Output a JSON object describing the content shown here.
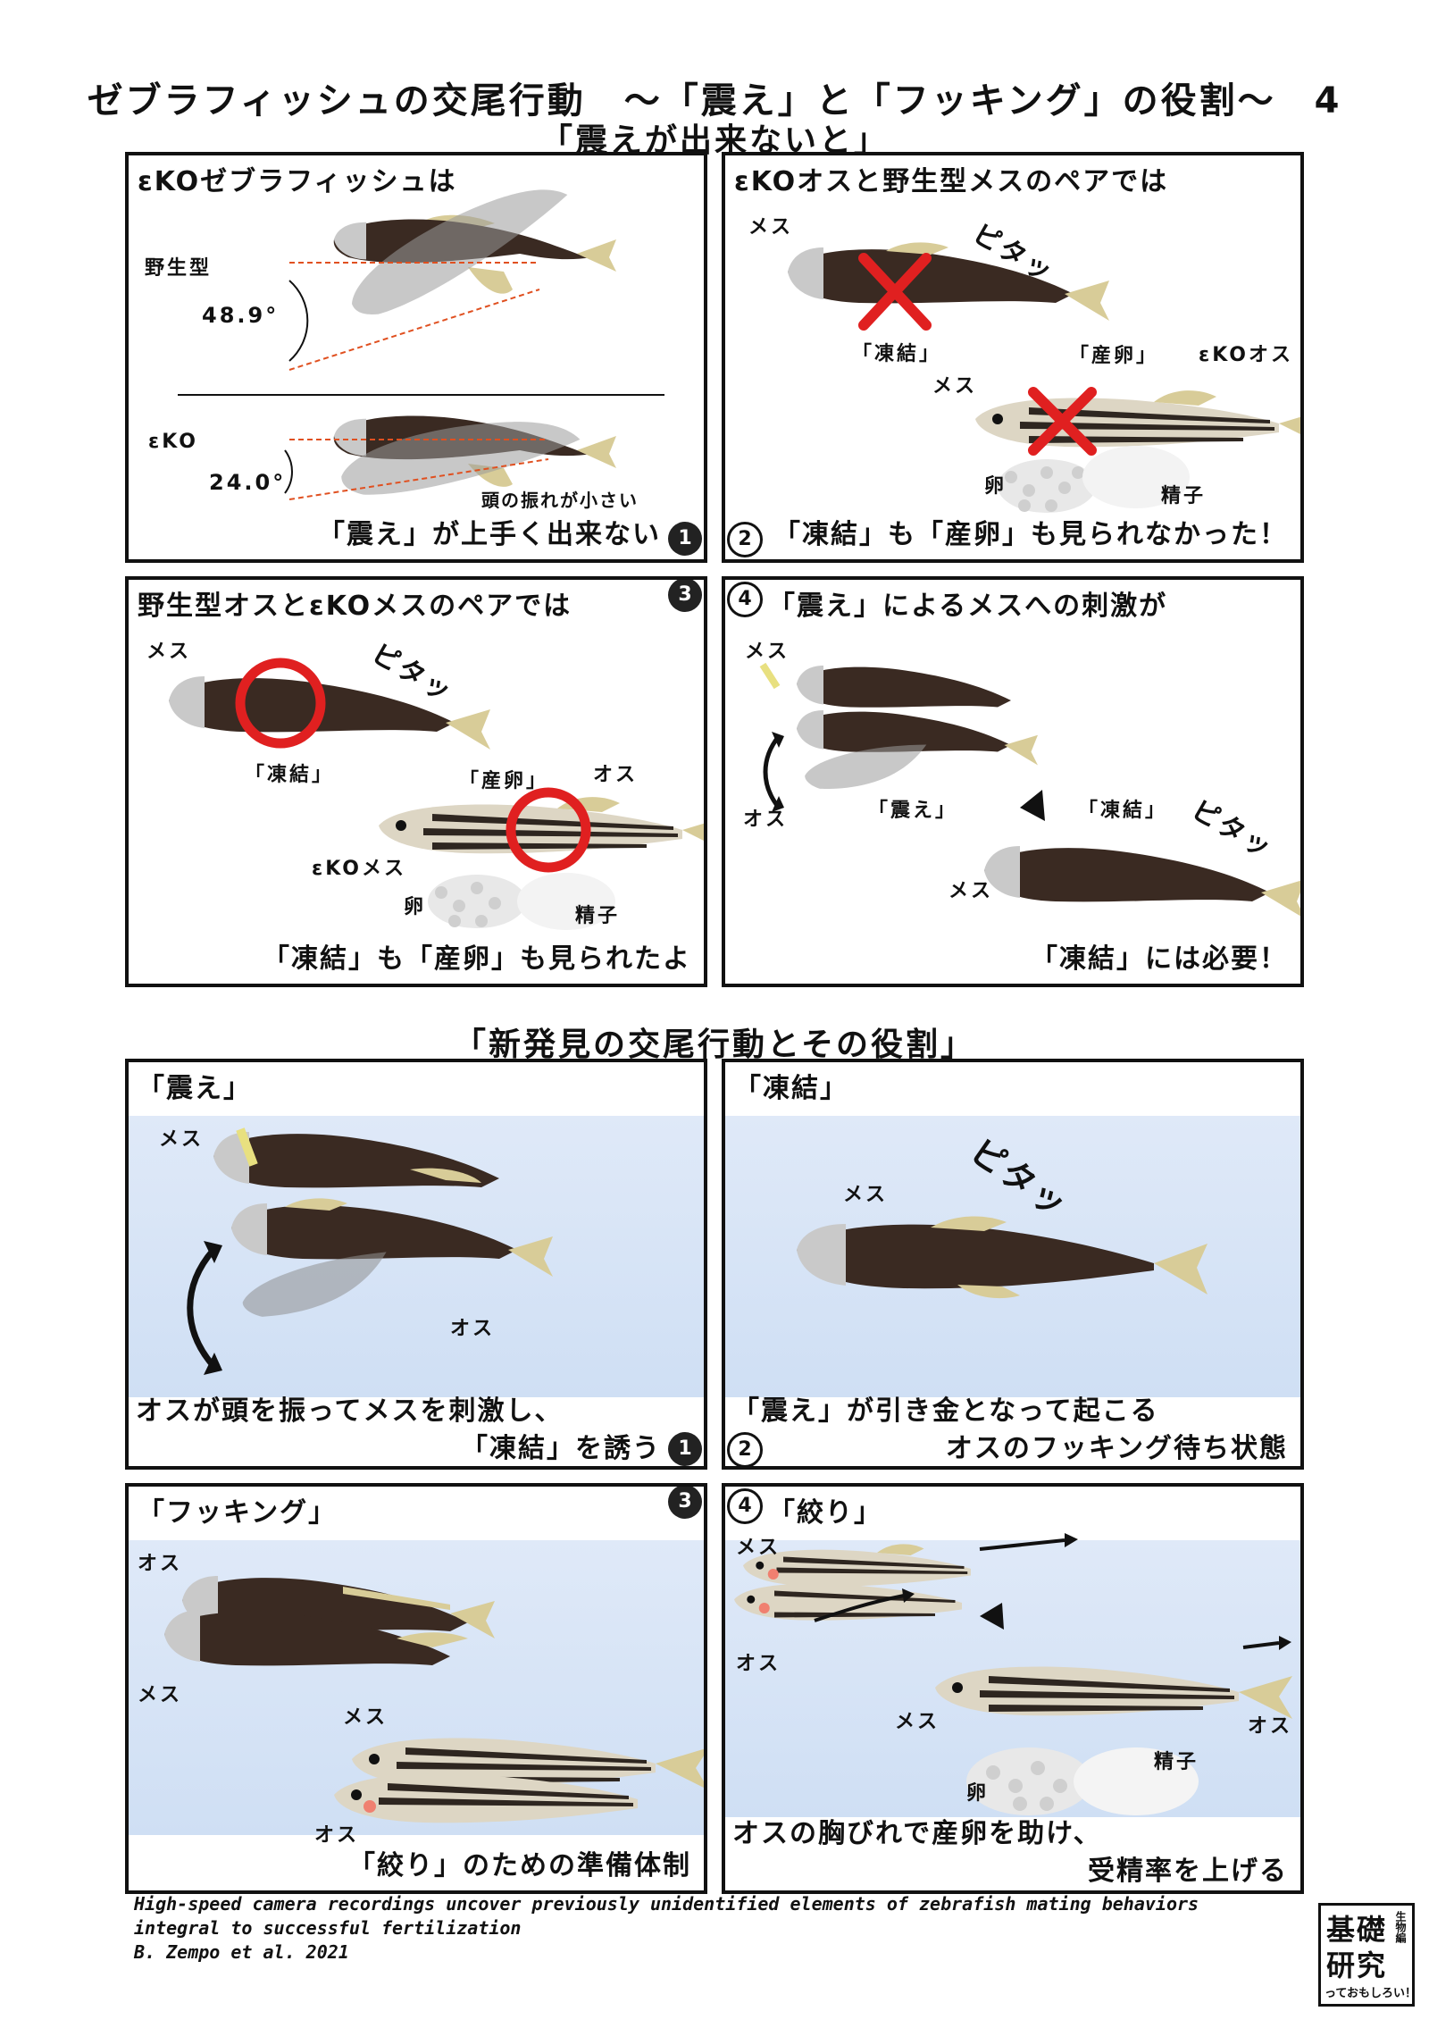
{
  "header": {
    "title": "ゼブラフィッシュの交尾行動　〜「震え」と「フッキング」の役割〜　4",
    "subtitle": "「震えが出来ないと」"
  },
  "top_panels": [
    {
      "heading": "εKOゼブラフィッシュは",
      "labels": {
        "wild": "野生型",
        "angle_wild": "48.9°",
        "ko": "εKO",
        "angle_ko": "24.0°",
        "note": "頭の振れが小さい"
      },
      "caption": "「震え」が上手く出来ない",
      "number": "1"
    },
    {
      "heading": "εKOオスと野生型メスのペアでは",
      "labels": {
        "female": "メス",
        "freeze_sfx": "ピタッ",
        "freeze": "「凍結」",
        "spawn": "「産卵」",
        "ko_male": "εKOオス",
        "female2": "メス",
        "egg": "卵",
        "sperm": "精子"
      },
      "caption": "「凍結」も「産卵」も見られなかった！",
      "number": "2"
    },
    {
      "heading": "野生型オスとεKOメスのペアでは",
      "labels": {
        "female": "メス",
        "freeze_sfx": "ピタッ",
        "freeze": "「凍結」",
        "spawn": "「産卵」",
        "male": "オス",
        "ko_female": "εKOメス",
        "egg": "卵",
        "sperm": "精子"
      },
      "caption": "「凍結」も「産卵」も見られたよ",
      "number": "3"
    },
    {
      "heading": "「震え」によるメスへの刺激が",
      "labels": {
        "female": "メス",
        "male": "オス",
        "tremble": "「震え」",
        "freeze": "「凍結」",
        "freeze_sfx": "ピタッ",
        "female2": "メス"
      },
      "caption": "「凍結」には必要！",
      "number": "4"
    }
  ],
  "section2_title": "「新発見の交尾行動とその役割」",
  "bottom_panels": [
    {
      "heading": "「震え」",
      "labels": {
        "female": "メス",
        "male": "オス"
      },
      "caption_lines": [
        "オスが頭を振ってメスを刺激し、",
        "「凍結」を誘う"
      ],
      "number": "1"
    },
    {
      "heading": "「凍結」",
      "labels": {
        "female": "メス",
        "freeze_sfx": "ピタッ"
      },
      "caption_lines": [
        "「震え」が引き金となって起こる",
        "オスのフッキング待ち状態"
      ],
      "number": "2"
    },
    {
      "heading": "「フッキング」",
      "labels": {
        "male": "オス",
        "female": "メス",
        "female2": "メス",
        "male2": "オス"
      },
      "caption_lines": [
        "「絞り」のための準備体制"
      ],
      "number": "3"
    },
    {
      "heading": "「絞り」",
      "labels": {
        "female": "メス",
        "male": "オス",
        "female2": "メス",
        "male2": "オス",
        "egg": "卵",
        "sperm": "精子"
      },
      "caption_lines": [
        "オスの胸びれで産卵を助け、",
        "受精率を上げる"
      ],
      "number": "4"
    }
  ],
  "footer": {
    "line1": "High-speed camera recordings uncover previously unidentified elements of zebrafish mating behaviors",
    "line2": "integral to successful fertilization",
    "line3": "B. Zempo et al. 2021"
  },
  "logo": {
    "line1": "基礎",
    "line2": "研究",
    "side": "生物編",
    "bottom": "っておもしろい！"
  },
  "colors": {
    "female_body": "#3a2a22",
    "male_stripe": "#2e2620",
    "fin": "#d8cc98",
    "water": "#d7e4f6",
    "mark_red": "#e02020"
  }
}
